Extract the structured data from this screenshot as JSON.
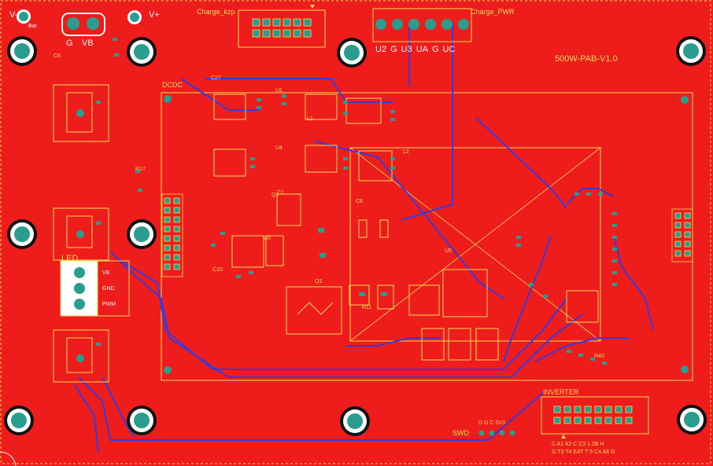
{
  "board": {
    "title": "500W-PAB-V1.0",
    "colors": {
      "copper": "#ef1c1c",
      "silkscreen": "#f2dc55",
      "trace": "#3a3ad8",
      "pad": "#2a9d8f",
      "hole": "#ffffff"
    }
  },
  "power_labels": {
    "v_minus": "V-",
    "bat": "Bat",
    "v_plus": "V+",
    "g": "G",
    "vb": "VB"
  },
  "headers": {
    "charge_kzp": "Charge_kzp",
    "charge_pwr": "Charge_PWR",
    "pwr_pins": [
      "U2",
      "G",
      "U3",
      "UA",
      "G",
      "UC"
    ],
    "dcdc": "DCDC",
    "inverter": "INVERTER",
    "swd": "SWD",
    "swd_pins": "D  G  C  3V3"
  },
  "led": {
    "title": "LED",
    "pins": [
      "VB",
      "GND",
      "PWM"
    ]
  },
  "inverter_rows": [
    "C   A1  A2  C   C3  1.2B  H",
    "G  T3 T4  EAT  T  5  C4  A6  G"
  ],
  "refdes": [
    "C27",
    "U1",
    "U4",
    "C1",
    "U3",
    "U5",
    "Q1",
    "Q2",
    "R17",
    "C10",
    "R40",
    "R11",
    "L1",
    "L2",
    "C6",
    "C8"
  ]
}
